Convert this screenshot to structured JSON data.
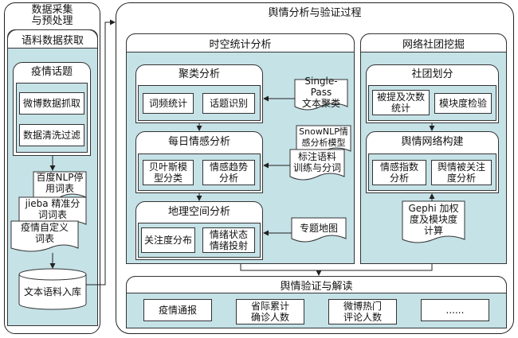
{
  "left": {
    "title": "数据采集\n与预处理",
    "subtitle": "语料数据获取",
    "topic": "疫情话题",
    "crawl": "微博数据抓取",
    "clean": "数据清洗过滤",
    "doc1": "百度NLP停\n用词表",
    "doc2": "jieba 精准分\n词词表",
    "doc3": "疫情自定义\n词表",
    "db": "文本语料入库"
  },
  "main": {
    "title": "舆情分析与验证过程",
    "spatio": {
      "title": "时空统计分析",
      "cluster": {
        "title": "聚类分析",
        "a": "词频统计",
        "b": "话题识别"
      },
      "daily": {
        "title": "每日情感分析",
        "a": "贝叶斯模\n型分类",
        "b": "情感趋势\n分析"
      },
      "geo": {
        "title": "地理空间分析",
        "a": "关注度分布",
        "b": "情绪状态\n情绪投射"
      },
      "doc_singlepass": "Single-Pass\n文本聚类",
      "doc_snownlp": "SnowNLP情\n感分析模型",
      "doc_label": "标注语料\n训练与分词",
      "doc_map": "专题地图"
    },
    "network": {
      "title": "网络社团挖掘",
      "community": {
        "title": "社团划分",
        "a": "被提及次数\n统计",
        "b": "模块度检验"
      },
      "build": {
        "title": "舆情网络构建",
        "a": "情感指数\n分析",
        "b": "舆情被关注\n度分析"
      },
      "doc_gephi": "Gephi 加权\n度及模块度\n计算"
    },
    "verify": {
      "title": "舆情验证与解读",
      "items": [
        "疫情通报",
        "省际累计\n确诊人数",
        "微博热门\n评论人数",
        "......"
      ]
    }
  }
}
